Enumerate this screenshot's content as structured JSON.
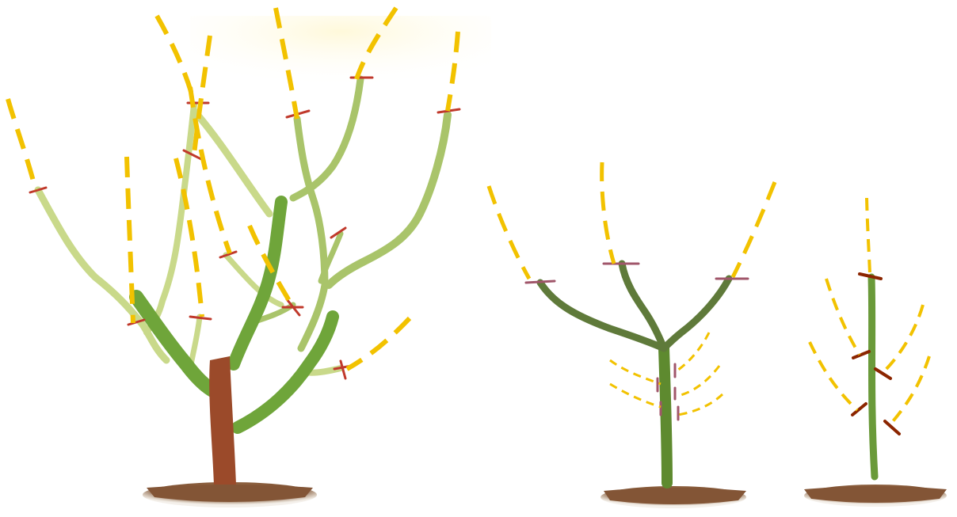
{
  "diagram": {
    "panels": [
      {
        "id": "mature-tree"
      },
      {
        "id": "young-tree"
      },
      {
        "id": "whip"
      }
    ]
  },
  "colors": {
    "background": "#ffffff",
    "cut_guide": "#f2c200",
    "pruning_mark": "#c0392b",
    "pruning_mark_dark": "#8b2500",
    "young_wood": "#c9d98a",
    "mid_wood": "#7fae3e",
    "old_wood": "#5e8a2f",
    "dark_wood": "#5f7a3a",
    "trunk": "#9b4a2a",
    "soil": "#8a5a3a"
  }
}
